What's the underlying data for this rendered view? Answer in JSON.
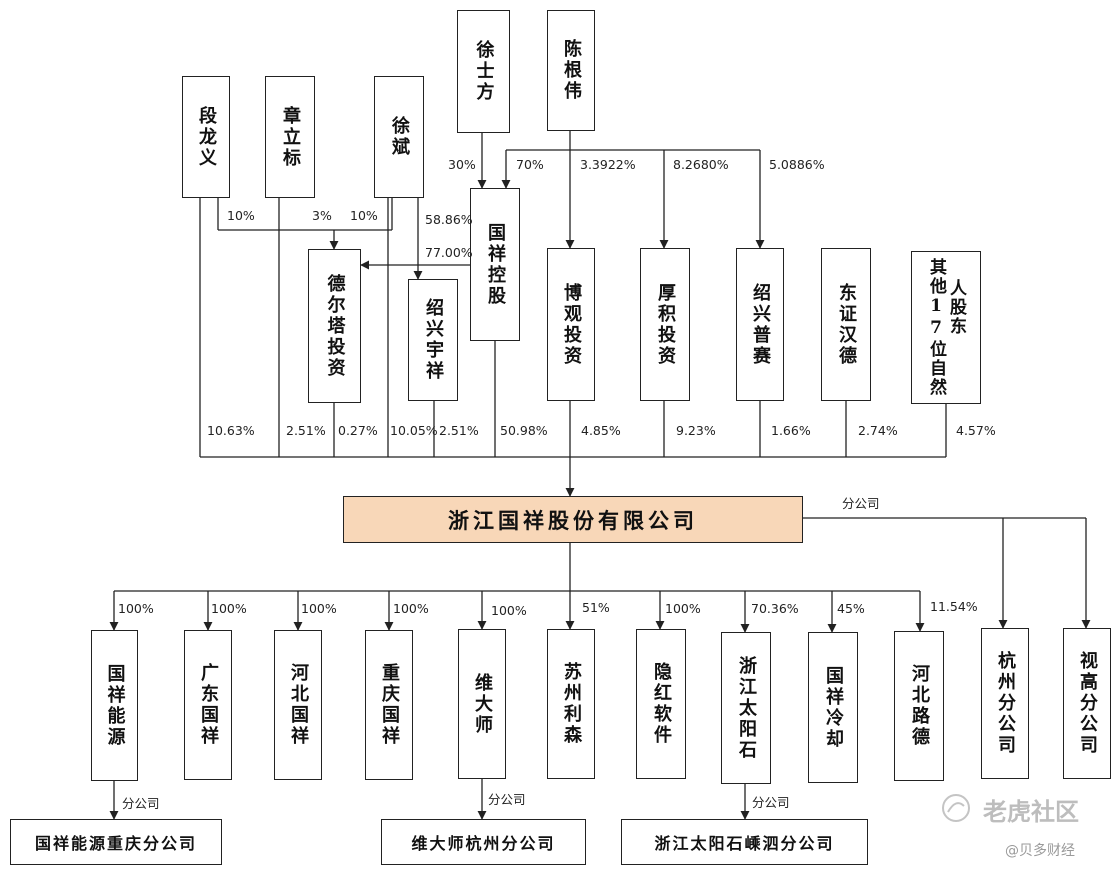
{
  "top_holders": {
    "duan": "段龙义",
    "zhang": "章立标",
    "xubin": "徐斌",
    "xushifang": "徐士方",
    "chen": "陈根伟"
  },
  "mid_entities": {
    "guoxiang_kg": "国祥控股",
    "deerta": "德尔塔投资",
    "shaoxing_yx": "绍兴宇祥",
    "boguan": "博观投资",
    "houji": "厚积投资",
    "shaoxing_ps": "绍兴普赛",
    "dongzheng": "东证汉德",
    "others_col1": "其他17位自然",
    "others_col2": "人股东"
  },
  "upper_pcts": {
    "xu_to_kg": "30%",
    "chen_to_kg": "70%",
    "chen_boguan": "3.3922%",
    "chen_houji": "8.2680%",
    "chen_pusai": "5.0886%",
    "duan_deerta": "10%",
    "zhang_deerta": "3%",
    "xubin_deerta": "10%",
    "kg_deerta": "58.86%",
    "kg_yuxiang": "77.00%"
  },
  "holding_pcts": {
    "duan": "10.63%",
    "zhang": "2.51%",
    "deerta": "0.27%",
    "xubin": "10.05%",
    "yuxiang": "2.51%",
    "kg": "50.98%",
    "boguan": "4.85%",
    "houji": "9.23%",
    "pusai": "1.66%",
    "dongzheng": "2.74%",
    "others": "4.57%"
  },
  "company": {
    "name": "浙江国祥股份有限公司",
    "branch_label": "分公司"
  },
  "subsidiaries": [
    {
      "name": "国祥能源",
      "pct": "100%"
    },
    {
      "name": "广东国祥",
      "pct": "100%"
    },
    {
      "name": "河北国祥",
      "pct": "100%"
    },
    {
      "name": "重庆国祥",
      "pct": "100%"
    },
    {
      "name": "维大师",
      "pct": "100%"
    },
    {
      "name": "苏州利森",
      "pct": "51%"
    },
    {
      "name": "隐红软件",
      "pct": "100%"
    },
    {
      "name": "浙江太阳石",
      "pct": "70.36%"
    },
    {
      "name": "国祥冷却",
      "pct": "45%"
    },
    {
      "name": "河北路德",
      "pct": "11.54%"
    },
    {
      "name": "杭州分公司",
      "pct": ""
    },
    {
      "name": "视高分公司",
      "pct": ""
    }
  ],
  "sub_branches": [
    {
      "label": "分公司",
      "name": "国祥能源重庆分公司"
    },
    {
      "label": "分公司",
      "name": "维大师杭州分公司"
    },
    {
      "label": "分公司",
      "name": "浙江太阳石嵊泗分公司"
    }
  ],
  "watermark": {
    "line1": "老虎社区",
    "line2": "@贝多财经"
  },
  "colors": {
    "main_fill": "#f8d7b8",
    "line": "#222222"
  }
}
